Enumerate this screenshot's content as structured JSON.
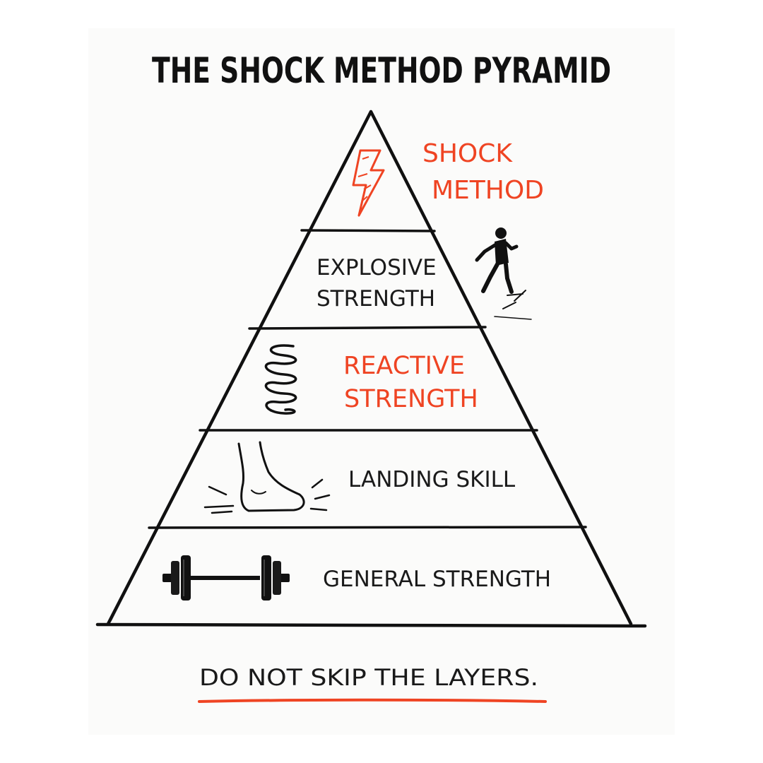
{
  "title": "THE SHOCK METHOD PYRAMID",
  "levels": [
    {
      "line1": "SHOCK",
      "line2": "METHOD",
      "icon": "lightning-icon",
      "highlight": true
    },
    {
      "line1": "EXPLOSIVE",
      "line2": "STRENGTH",
      "icon": "sprinter-icon",
      "highlight": false
    },
    {
      "line1": "REACTIVE",
      "line2": "STRENGTH",
      "icon": "spring-icon",
      "highlight": true
    },
    {
      "line1": "LANDING SKILL",
      "icon": "foot-landing-icon",
      "highlight": false
    },
    {
      "line1": "GENERAL STRENGTH",
      "icon": "barbell-icon",
      "highlight": false
    }
  ],
  "footer": "DO NOT SKIP THE LAYERS.",
  "colors": {
    "accent": "#ef4423",
    "ink": "#111111",
    "background": "#ffffff"
  }
}
